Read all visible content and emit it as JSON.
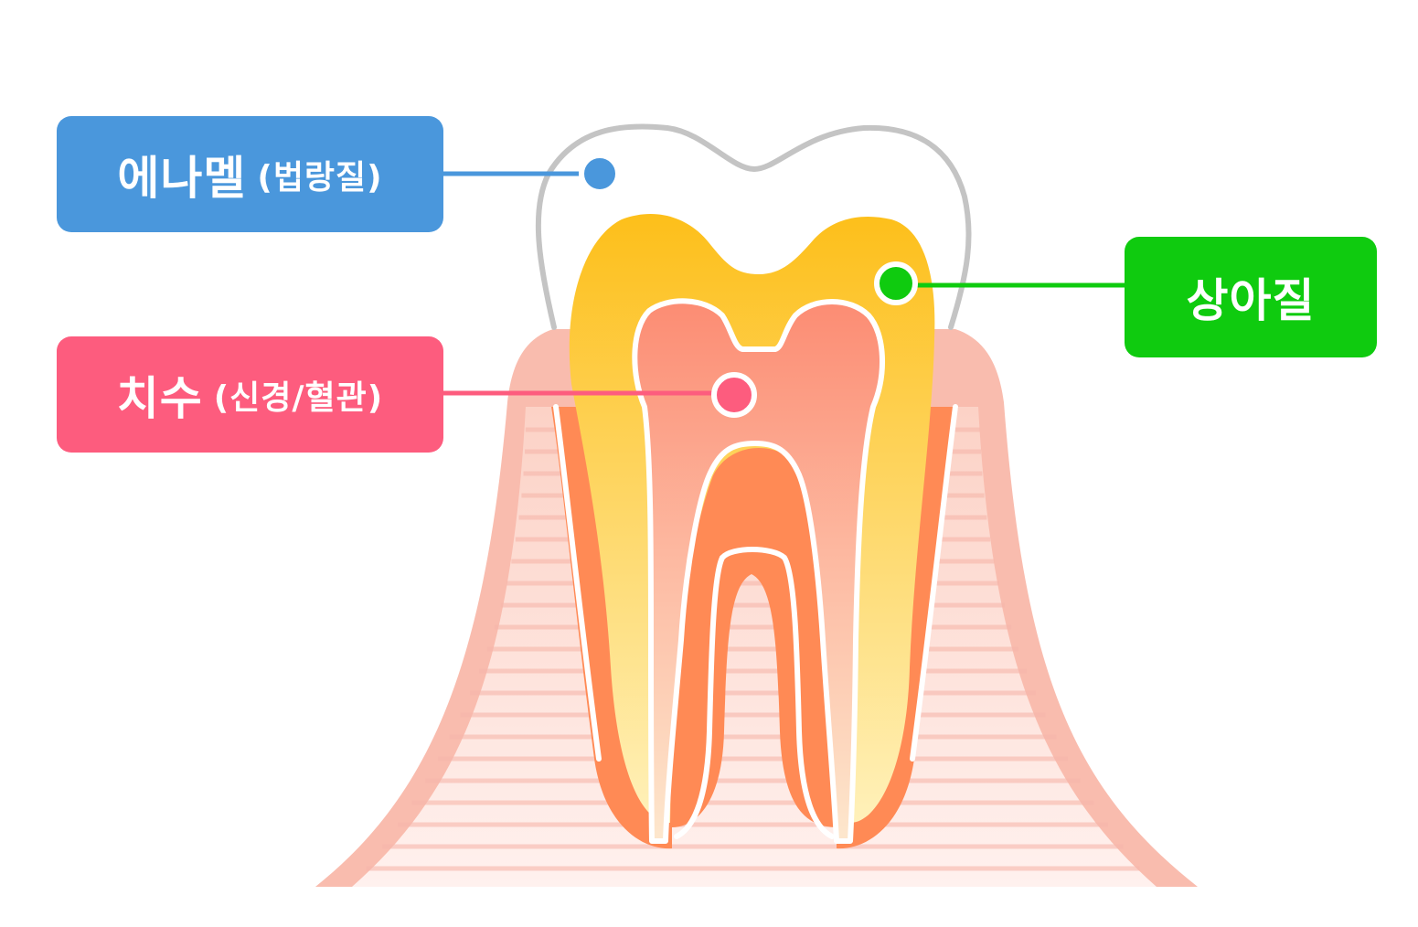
{
  "labels": {
    "enamel": {
      "main": "에나멜",
      "sub": "(법랑질)",
      "color": "#4a97dc"
    },
    "pulp": {
      "main": "치수",
      "sub": "(신경/혈관)",
      "color": "#fd5c7e"
    },
    "dentin": {
      "main": "상아질",
      "color": "#0fcb0f"
    }
  },
  "colors": {
    "gum": "#f9bcae",
    "gum_edge": "#f7a892",
    "gum_stripe": "#fde0da",
    "enamel_outline": "#c4c4c4",
    "dentin_top": "#fdbf1a",
    "dentin_bottom": "#fff1ba",
    "pulp_top": "#fc8c73",
    "pulp_bottom": "#fde7cd",
    "cementum": "#ff8a55"
  }
}
